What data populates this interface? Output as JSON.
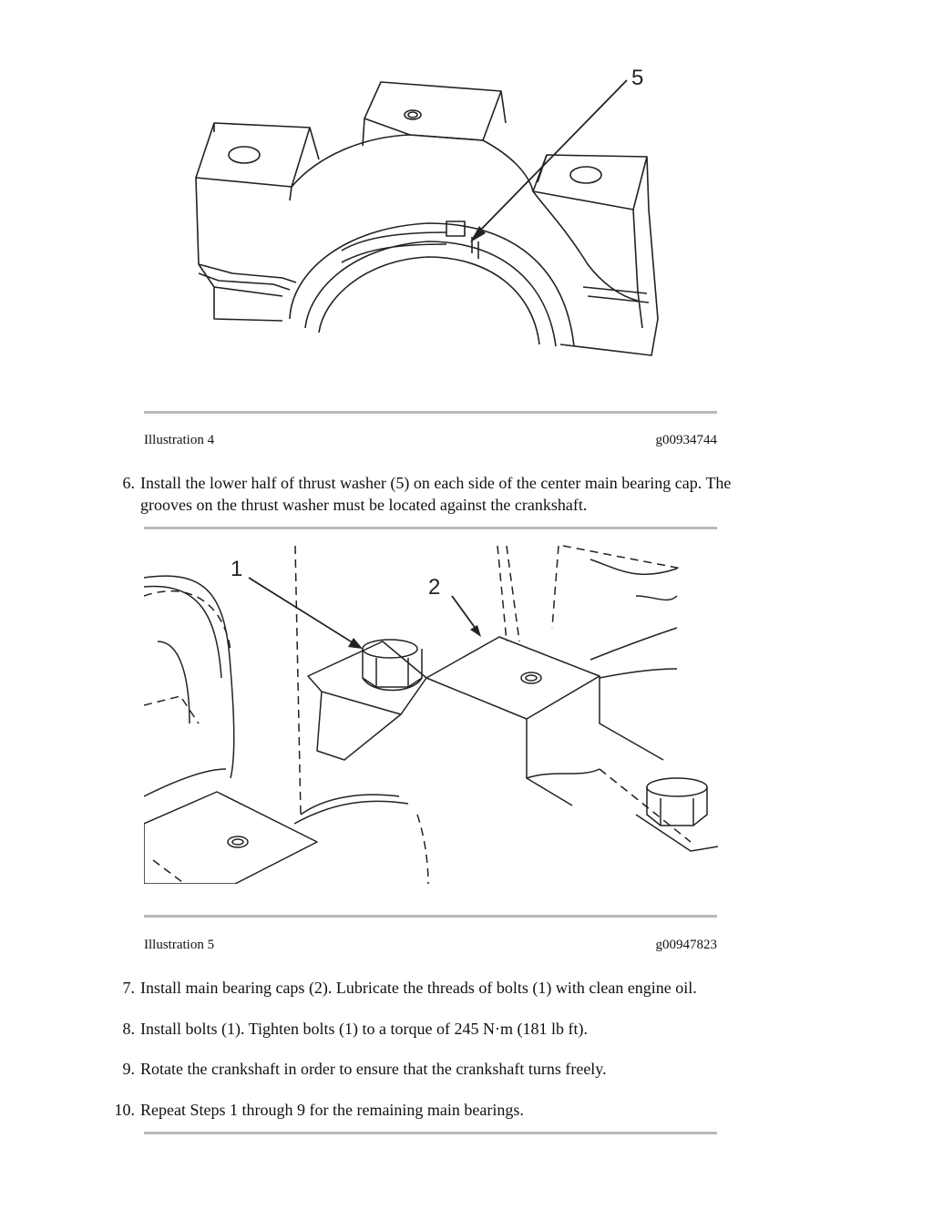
{
  "figures": [
    {
      "caption": "Illustration 4",
      "code": "g00934744",
      "callouts": [
        "5"
      ]
    },
    {
      "caption": "Illustration 5",
      "code": "g00947823",
      "callouts": [
        "1",
        "2"
      ]
    }
  ],
  "steps": [
    {
      "number": "6.",
      "text": "Install the lower half of thrust washer (5) on each side of the center main bearing cap. The grooves on the thrust washer must be located against the crankshaft."
    },
    {
      "number": "7.",
      "text": "Install main bearing caps (2). Lubricate the threads of bolts (1) with clean engine oil."
    },
    {
      "number": "8.",
      "text": "Install bolts (1). Tighten bolts (1) to a torque of 245 N·m (181 lb ft)."
    },
    {
      "number": "9.",
      "text": "Rotate the crankshaft in order to ensure that the crankshaft turns freely."
    },
    {
      "number": "10.",
      "text": "Repeat Steps 1 through 9 for the remaining main bearings."
    }
  ]
}
